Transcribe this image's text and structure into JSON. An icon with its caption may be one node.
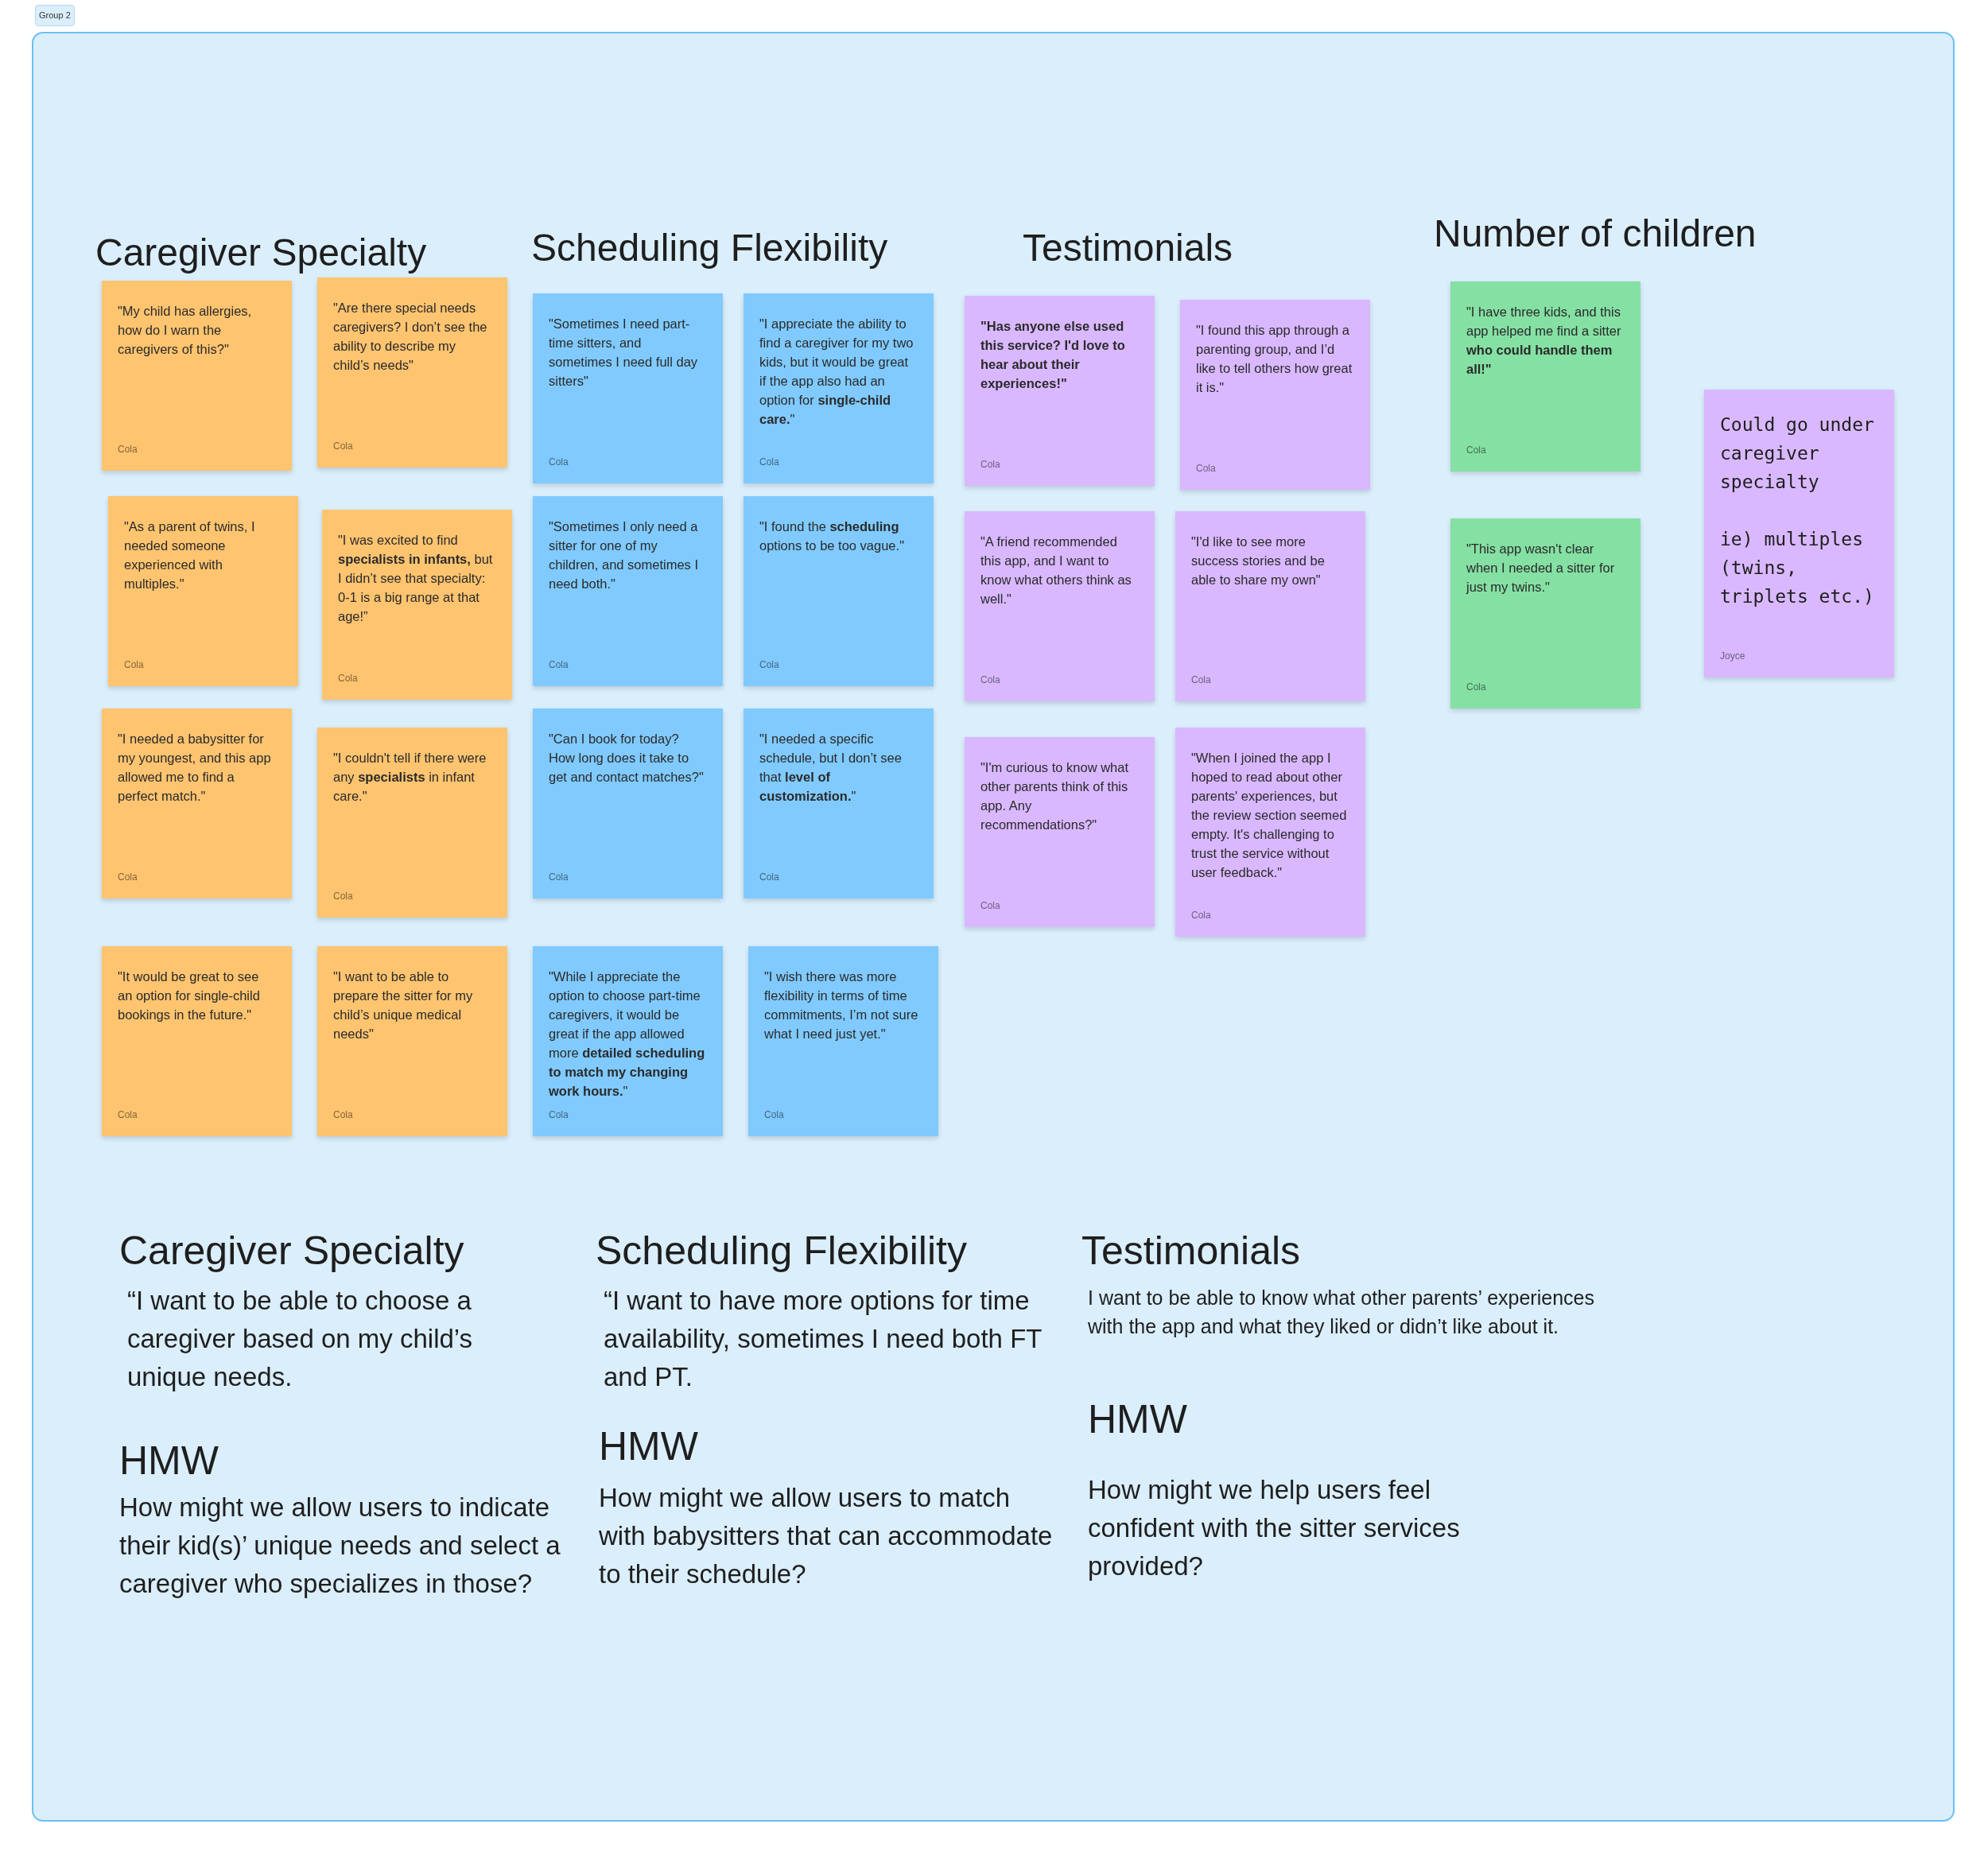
{
  "diagram": {
    "nodes": [
      {
        "text": [
          "Group 2"
        ]
      },
      {
        "text": [
          "\"My child has allergies, how do I warn the caregivers of this?\"",
          "Cola"
        ],
        "in": 0
      },
      {
        "text": [
          "\"Are there special needs caregivers? I don’t see the ability to describe my child’s needs\"",
          "Cola"
        ],
        "in": 0
      },
      {
        "text": [
          "\"As a parent of twins, I needed someone experienced with multiples.\"",
          "Cola"
        ],
        "in": 0
      },
      {
        "text": [
          "\"I was excited to find **specialists in infants,** but I didn’t see that specialty: 0-1 is a big range at that age!”",
          "Cola"
        ],
        "in": 0
      },
      {
        "text": [
          "\"I needed a babysitter for my youngest, and this app allowed me to find a perfect match.\"",
          "Cola"
        ],
        "in": 0
      },
      {
        "text": [
          "\"I couldn't tell if there were any **specialists** in infant care.\"",
          "Cola"
        ],
        "in": 0
      },
      {
        "text": [
          "\"It would be great to see an option for single-child bookings in the future.\"",
          "Cola"
        ],
        "in": 0
      },
      {
        "text": [
          "\"I want to be able to prepare the sitter for my child’s unique medical needs\"",
          "Cola"
        ],
        "in": 0
      },
      {
        "text": [
          "\"Sometimes I need part-time sitters, and sometimes I need full day sitters\"",
          "Cola"
        ],
        "in": 0
      },
      {
        "text": [
          "\"I appreciate the ability to find a caregiver for my two kids, but it would be great if the app also had an option for **single-child care.**\"",
          "Cola"
        ],
        "in": 0
      },
      {
        "text": [
          "\"Sometimes I only need a sitter for one of my children, and sometimes I need both.\"",
          "Cola"
        ],
        "in": 0
      },
      {
        "text": [
          "\"I found the **scheduling** options to be too vague.\"",
          "Cola"
        ],
        "in": 0
      },
      {
        "text": [
          "\"Can I book for today? How long does it take to get and contact matches?\"",
          "Cola"
        ],
        "in": 0
      },
      {
        "text": [
          "\"I needed a specific schedule, but I don’t see that **level of customization.**\"",
          "Cola"
        ],
        "in": 0
      },
      {
        "text": [
          "\"While I appreciate the option to choose part-time caregivers, it would be great if the app allowed more **detailed scheduling to match my changing work hours.**\"",
          "Cola"
        ],
        "in": 0
      },
      {
        "text": [
          "\"I wish there was more flexibility in terms of time commitments, I’m not sure what I need just yet.\"",
          "Cola"
        ],
        "in": 0
      },
      {
        "text": [
          "\"Has anyone else used this service? I'd love to hear about their experiences!\"",
          "Cola"
        ],
        "in": 0
      },
      {
        "text": [
          "\"I found this app through a parenting group, and I’d like to tell others how great it is.\"",
          "Cola"
        ],
        "in": 0
      },
      {
        "text": [
          "\"A friend recommended this app, and I want to know what others think as well.\"",
          "Cola"
        ],
        "in": 0
      },
      {
        "text": [
          "\"I'd like to see more success stories and be able to share my own\"",
          "Cola"
        ],
        "in": 0
      },
      {
        "text": [
          "\"I'm curious to know what other parents think of this app. Any recommendations?\"",
          "Cola"
        ],
        "in": 0
      },
      {
        "text": [
          "\"When I joined the app I hoped to read about other parents' experiences, but the review section seemed empty. It's challenging to trust the service without user feedback.\"",
          "Cola"
        ],
        "in": 0
      },
      {
        "text": [
          "\"I have three kids, and this app helped me find a sitter **who could handle them all!\"**",
          "Cola"
        ],
        "in": 0
      },
      {
        "text": [
          "\"This app wasn't clear when I needed a sitter for just my twins.\"",
          "Cola"
        ],
        "in": 0
      },
      {
        "text": [
          "Could go under caregiver specialty",
          "ie) multiples (twins, triplets etc.)",
          "Joyce"
        ],
        "in": 0
      }
    ],
    "labels": [
      "Caregiver Specialty",
      "Scheduling Flexibility",
      "Testimonials",
      "Number of children",
      "Caregiver Specialty",
      "“I want to be able to choose a caregiver based on my child’s unique needs.",
      "HMW",
      "How might we allow users to indicate their kid(s)’ unique needs and select a caregiver who specializes in those?",
      "Scheduling Flexibility",
      "“I want to have more options for time availability, sometimes I need both FT and PT.",
      "HMW",
      "How might we allow users to match with babysitters that can accommodate to their schedule?",
      "Testimonials",
      "I want to be able to know what other parents’ experiences with the app and what they liked or didn’t like about it.",
      "HMW",
      "How might we help users feel confident with the sitter services provided?"
    ]
  }
}
